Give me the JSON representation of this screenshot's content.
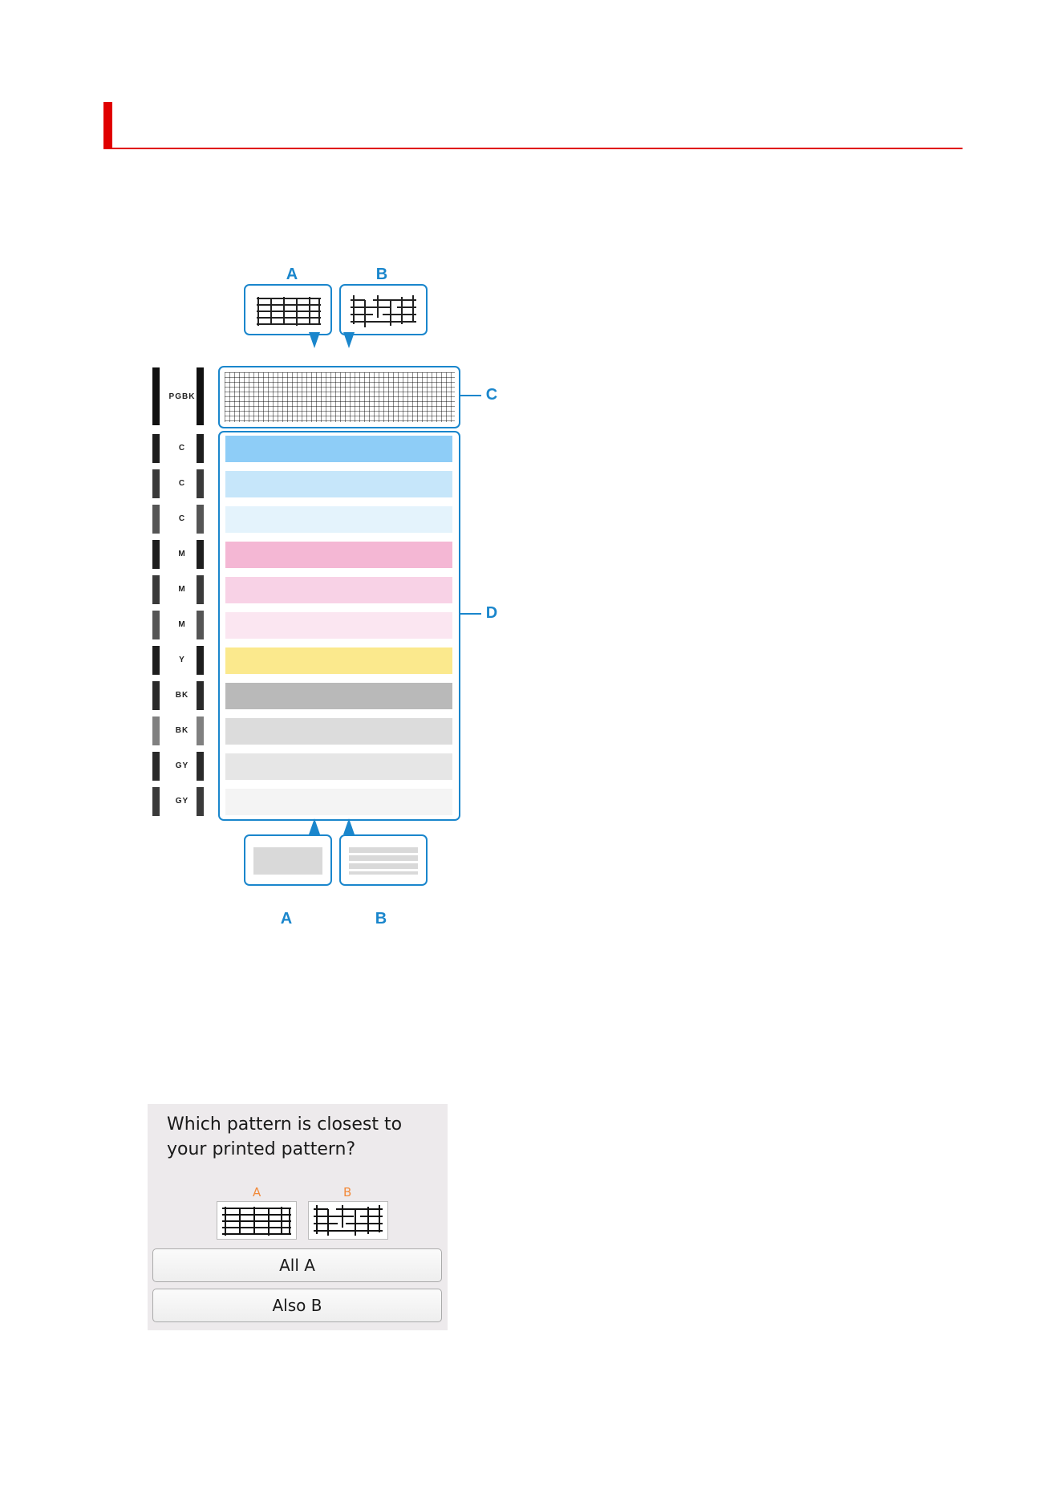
{
  "colors": {
    "heading_accent": "#e00000",
    "callout_blue": "#1a86cc",
    "lcd_letter_orange": "#f28a3a"
  },
  "figure": {
    "callouts": {
      "a": "A",
      "b": "B",
      "c": "C",
      "d": "D"
    },
    "nozzle_rows": [
      {
        "label": "PGBK",
        "bar_color": "#111111",
        "stripe_color": null
      },
      {
        "label": "C",
        "bar_color": "#1e1e1e",
        "stripe_color": "#8ecdf7"
      },
      {
        "label": "C",
        "bar_color": "#3a3a3a",
        "stripe_color": "#c6e6fa"
      },
      {
        "label": "C",
        "bar_color": "#555555",
        "stripe_color": "#e4f3fc"
      },
      {
        "label": "M",
        "bar_color": "#1e1e1e",
        "stripe_color": "#f4b7d4"
      },
      {
        "label": "M",
        "bar_color": "#3a3a3a",
        "stripe_color": "#f8d2e6"
      },
      {
        "label": "M",
        "bar_color": "#555555",
        "stripe_color": "#fbe6f1"
      },
      {
        "label": "Y",
        "bar_color": "#1e1e1e",
        "stripe_color": "#fbe98d"
      },
      {
        "label": "BK",
        "bar_color": "#2a2a2a",
        "stripe_color": "#b9b9b9"
      },
      {
        "label": "BK",
        "bar_color": "#808080",
        "stripe_color": "#dcdcdc"
      },
      {
        "label": "GY",
        "bar_color": "#2a2a2a",
        "stripe_color": "#e6e6e6"
      },
      {
        "label": "GY",
        "bar_color": "#3a3a3a",
        "stripe_color": "#f4f4f4"
      }
    ]
  },
  "lcd": {
    "question": "Which pattern is closest to your printed pattern?",
    "option_a_letter": "A",
    "option_b_letter": "B",
    "buttons": {
      "all_a": "All A",
      "also_b": "Also B"
    }
  }
}
